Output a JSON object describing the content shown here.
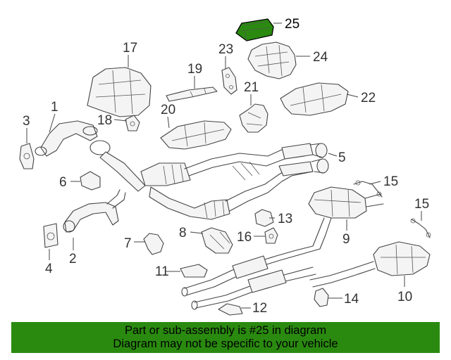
{
  "diagram": {
    "callouts": [
      {
        "label": "1"
      },
      {
        "label": "2"
      },
      {
        "label": "3"
      },
      {
        "label": "4"
      },
      {
        "label": "5"
      },
      {
        "label": "6"
      },
      {
        "label": "7"
      },
      {
        "label": "8"
      },
      {
        "label": "9"
      },
      {
        "label": "10"
      },
      {
        "label": "11"
      },
      {
        "label": "12"
      },
      {
        "label": "13"
      },
      {
        "label": "14"
      },
      {
        "label": "15"
      },
      {
        "label": "15"
      },
      {
        "label": "16"
      },
      {
        "label": "17"
      },
      {
        "label": "18"
      },
      {
        "label": "19"
      },
      {
        "label": "20"
      },
      {
        "label": "21"
      },
      {
        "label": "22"
      },
      {
        "label": "23"
      },
      {
        "label": "24"
      },
      {
        "label": "25"
      }
    ],
    "highlight_color": "#2a8a10"
  },
  "banner": {
    "line1": "Part or sub-assembly is #25 in diagram",
    "line2": "Diagram may not be specific to your vehicle",
    "background": "#2a8a10"
  }
}
